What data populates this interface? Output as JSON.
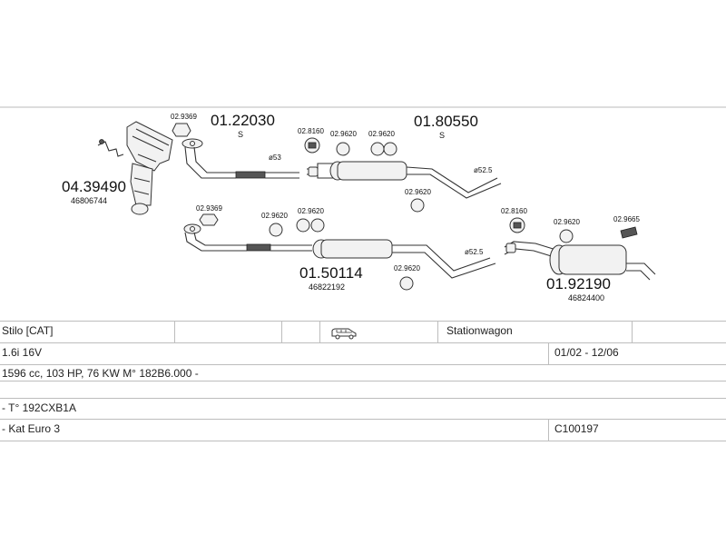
{
  "diagram": {
    "parts": [
      {
        "code": "04.39490",
        "ref": "46806744"
      },
      {
        "code": "01.22030",
        "suffix": "S"
      },
      {
        "code": "01.80550",
        "suffix": "S"
      },
      {
        "code": "01.50114",
        "ref": "46822192"
      },
      {
        "code": "01.92190",
        "ref": "46824400"
      }
    ],
    "small_codes": {
      "a": "02.9369",
      "b": "02.9369",
      "c": "02.8160",
      "d": "02.9620",
      "e": "02.9620",
      "f": "02.9620",
      "g": "02.9620",
      "h": "02.9620",
      "i": "02.9620",
      "j": "02.8160",
      "k": "02.9620",
      "l": "02.9665"
    },
    "diameters": {
      "d1": "ø53",
      "d2": "ø52.5",
      "d3": "ø52.5"
    }
  },
  "table": {
    "row1": {
      "model": "Stilo  [CAT]",
      "body": "Stationwagon",
      "vehicle_icon": "van-icon"
    },
    "row2": {
      "engine": "1.6i 16V",
      "period": "01/02 - 12/06"
    },
    "row3": {
      "specs": "1596 cc, 103 HP, 76 KW M° 182B6.000 -"
    },
    "row4": {
      "type": "- T° 192CXB1A"
    },
    "row5": {
      "note": "- Kat Euro 3",
      "code": "C100197"
    }
  }
}
